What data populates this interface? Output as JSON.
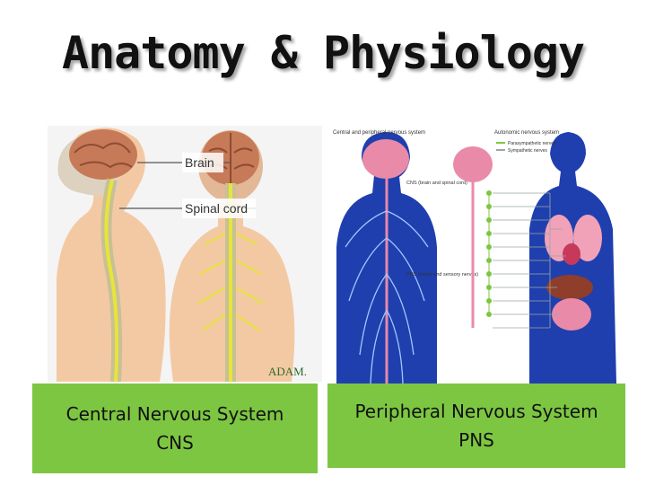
{
  "slide": {
    "title": "Anatomy & Physiology"
  },
  "cns_figure": {
    "label_brain": "Brain",
    "label_spinal_cord": "Spinal cord",
    "logo_text": "ADAM."
  },
  "pns_figure": {
    "heading_left": "Central and peripheral nervous system",
    "heading_right": "Autonomic nervous system",
    "legend_parasympathetic": "Parasympathetic nerves",
    "legend_sympathetic": "Sympathetic nerves",
    "label_cns": "CNS (brain and spinal cord)",
    "label_pns": "PNS (motor and sensory nerves)"
  },
  "captions": {
    "cns_line1": "Central Nervous System",
    "cns_line2": "CNS",
    "pns_line1": "Peripheral Nervous System",
    "pns_line2": "PNS"
  },
  "colors": {
    "caption_bg": "#7dc642",
    "body_blue": "#1f3fae",
    "brain_pink": "#e98aa8",
    "skin": "#f3c9a4",
    "nerve_yellow": "#e8e43a"
  }
}
